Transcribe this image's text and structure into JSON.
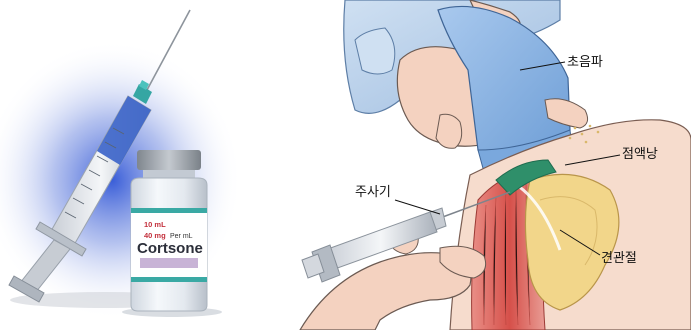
{
  "vial": {
    "line1": "10 mL",
    "line2_amount": "40 mg",
    "line2_unit": "Per mL",
    "brand": "Cortsone"
  },
  "labels": {
    "ultrasound": "초음파",
    "bursa": "점액낭",
    "syringe": "주사기",
    "shoulder_joint": "견관절"
  },
  "colors": {
    "syringe_glow": "#3b5fd1",
    "plunger_blue": "#3a63c9",
    "needle_hub_teal": "#35a6a3",
    "vial_stripe_teal": "#3aa9a4",
    "vial_stripe_purple": "#c8b3d6",
    "vial_cap": "#9aa0a6",
    "probe_blue": "#8fb6e3",
    "gel_teal": "#2f8f6a",
    "muscle_red": "#d9534f",
    "bone_yellow": "#f2d68a",
    "skin": "#f6d8c8"
  }
}
